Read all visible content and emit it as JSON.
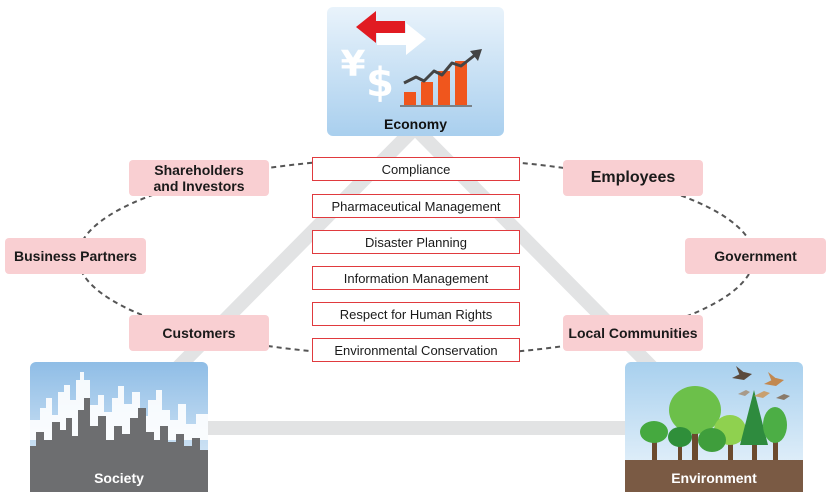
{
  "pillars": {
    "economy": "Economy",
    "society": "Society",
    "environment": "Environment"
  },
  "themes": [
    "Compliance",
    "Pharmaceutical Management",
    "Disaster Planning",
    "Information Management",
    "Respect for Human Rights",
    "Environmental Conservation"
  ],
  "stakeholders": {
    "shareholders": "Shareholders\nand Investors",
    "employees": "Employees",
    "business_partners": "Business Partners",
    "government": "Government",
    "customers": "Customers",
    "local_communities": "Local Communities"
  },
  "economy_icon": {
    "currency_yen": "¥",
    "currency_dollar": "$"
  },
  "colors": {
    "stakeholder_fill": "#f9cfd2",
    "theme_border": "#e03a3e",
    "triangle": "#e2e3e4",
    "economy_panel": "#b9d8f0"
  }
}
